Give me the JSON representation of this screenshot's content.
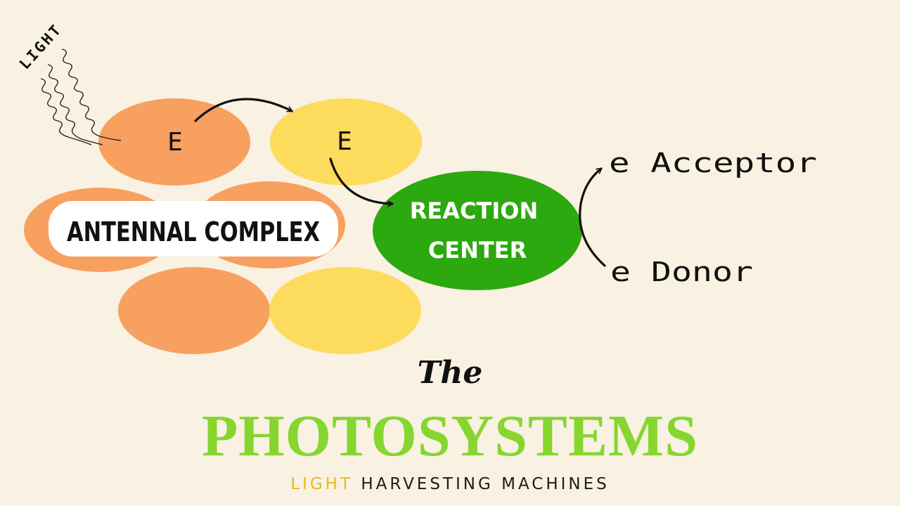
{
  "colors": {
    "background": "#f9f1e1",
    "orange": "#f8a060",
    "yellow": "#fddb5c",
    "reaction_center": "#2ba90f",
    "title_green": "#86d62f",
    "light_accent": "#e8b91e"
  },
  "diagram": {
    "light_label": "LIGHT",
    "energy_label_1": "E",
    "energy_label_2": "E",
    "antenna_label": "ANTENNAL COMPLEX",
    "reaction_center_line1": "REACTION",
    "reaction_center_line2": "CENTER",
    "acceptor_label": "e Acceptor",
    "donor_label": "e Donor"
  },
  "title": {
    "the": "The",
    "main": "PHOTOSYSTEMS",
    "subtitle_accent": "LIGHT",
    "subtitle_rest": "HARVESTING MACHINES"
  }
}
